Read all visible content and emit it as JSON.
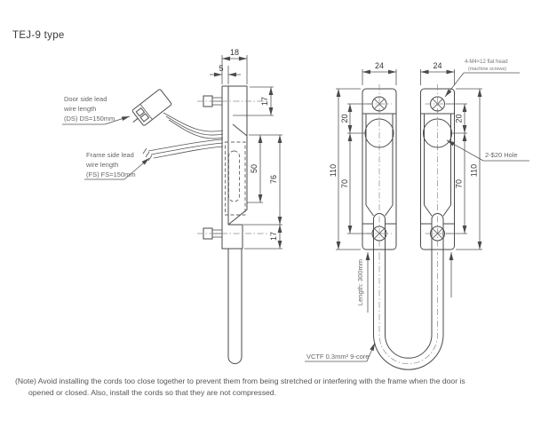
{
  "title": "TEJ-9 type",
  "left_view": {
    "door_lead": {
      "line1": "Door side lead",
      "line2": "wire length",
      "line3": "(DS) DS=150mm"
    },
    "frame_lead": {
      "line1": "Frame side lead",
      "line2": "wire length",
      "line3": "(FS) FS=150mm"
    },
    "dims": {
      "depth": "18",
      "flange_thickness": "5",
      "top_height": "17",
      "inner_height": "50",
      "body_height": "76",
      "bottom_height": "17"
    }
  },
  "right_view": {
    "dims": {
      "width_left": "24",
      "width_right": "24",
      "screw_to_hole_left": "20",
      "screw_to_hole_right": "20",
      "hole_to_screw_left": "70",
      "hole_to_screw_right": "70",
      "overall_left": "110",
      "overall_right": "110"
    },
    "screw_note": {
      "line1": "4-M4×12 flat head",
      "line2": "(machine screws)"
    },
    "hole_label": "2-$20 Hole",
    "cable_length_label": "Length: 300mm",
    "cable_spec_label": "VCTF 0.3mm² 9-core"
  },
  "note": {
    "line1": "(Note) Avoid installing the cords too close together to prevent them from being stretched or interfering with the frame when the door is",
    "line2": "opened or closed. Also, install the cords so that they are not compressed."
  },
  "colors": {
    "line": "#4a4a4a",
    "text": "#333333",
    "label": "#666666",
    "background": "#ffffff"
  }
}
